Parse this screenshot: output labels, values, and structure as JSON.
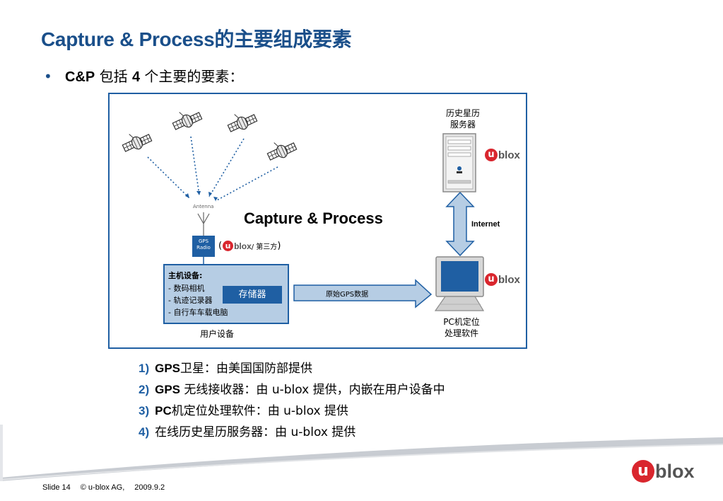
{
  "slide": {
    "title": "Capture & Process的主要组成要素",
    "bullet": {
      "lead": "C&P",
      "mid": " 包括 ",
      "num": "4",
      "rest": " 个主要的要素："
    }
  },
  "diagram": {
    "antenna_label": "Antenna",
    "gps_radio": [
      "GPS",
      "Radio"
    ],
    "capture_process_label": "Capture & Process",
    "ublox_third_party": {
      "open": "(",
      "brand_letter": "u",
      "brand_rest": "blox",
      "suffix": "/ 第三方",
      "close": ")"
    },
    "host_device": {
      "title": "主机设备:",
      "items": [
        "- 数码相机",
        "- 轨迹记录器",
        "- 自行车车载电脑"
      ],
      "storage": "存储器"
    },
    "user_device_label": "用户设备",
    "raw_data_label": "原始GPS数据",
    "ephemeris_server_label": [
      "历史星历",
      "服务器"
    ],
    "internet_label": "Internet",
    "pc_label": [
      "PC机定位",
      "处理软件"
    ],
    "brand": {
      "letter": "u",
      "rest": "blox"
    }
  },
  "components": [
    {
      "num": "1)",
      "bold": "GPS",
      "text": "卫星：由美国国防部提供"
    },
    {
      "num": "2)",
      "bold": "GPS",
      "text": " 无线接收器：由 u-blox 提供，内嵌在用户设备中"
    },
    {
      "num": "3)",
      "bold": "PC",
      "text": "机定位处理软件：由 u-blox 提供"
    },
    {
      "num": "4)",
      "bold": "",
      "text": "在线历史星历服务器：由 u-blox 提供"
    }
  ],
  "footer": {
    "slide": "Slide 14",
    "copyright": "© u-blox AG,",
    "date": "2009.9.2"
  },
  "colors": {
    "accent": "#1f5fa3",
    "title": "#1a4f8a",
    "brand_red": "#d9262e",
    "box_fill": "#b6cde4"
  }
}
